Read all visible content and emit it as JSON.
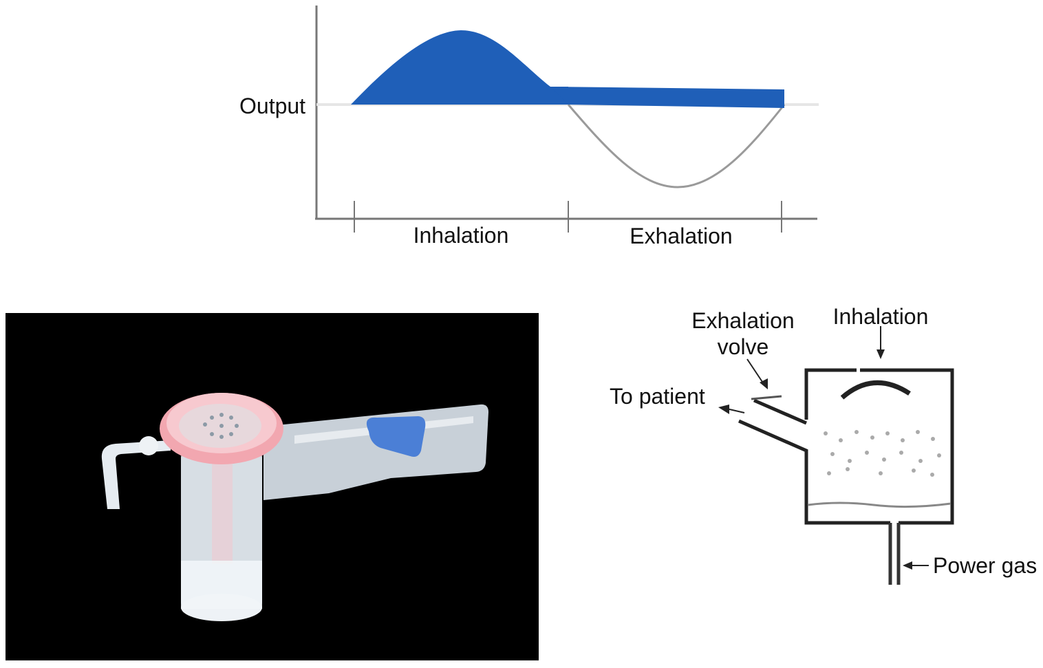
{
  "waveform": {
    "y_label": "Output",
    "phase_labels": [
      "Inhalation",
      "Exhalation"
    ],
    "fill_color": "#1f5fb8",
    "curve_color": "#9a9a9a"
  },
  "schematic": {
    "labels": {
      "exhalation_valve_line1": "Exhalation",
      "exhalation_valve_line2": "volve",
      "inhalation": "Inhalation",
      "to_patient": "To patient",
      "power_gas": "Power gas"
    }
  },
  "photo": {
    "background_color": "#000000",
    "accent_colors": {
      "cap": "#f2a7b0",
      "tab": "#4b7fd6",
      "body": "#e8eef3"
    }
  }
}
